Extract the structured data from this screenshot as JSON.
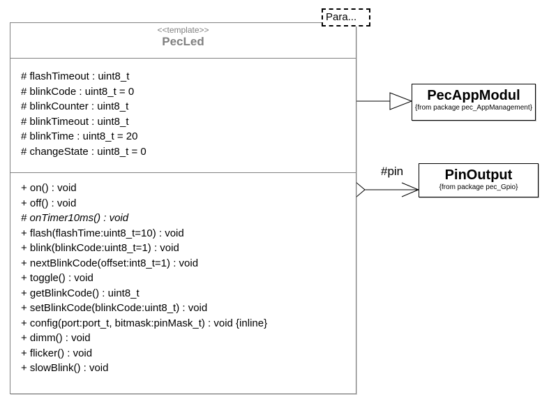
{
  "diagram": {
    "template_param_box": {
      "label": "Para..."
    },
    "pecled": {
      "stereotype": "<<template>>",
      "name": "PecLed",
      "attributes": [
        "# flashTimeout : uint8_t",
        "# blinkCode : uint8_t = 0",
        "# blinkCounter : uint8_t",
        "# blinkTimeout : uint8_t",
        "# blinkTime : uint8_t = 20",
        "# changeState : uint8_t = 0"
      ],
      "methods": [
        "+ on() : void",
        "+ off() : void",
        "# onTimer10ms() : void",
        "+ flash(flashTime:uint8_t=10) : void",
        "+ blink(blinkCode:uint8_t=1) : void",
        "+ nextBlinkCode(offset:int8_t=1) : void",
        "+ toggle() : void",
        "+ getBlinkCode() : uint8_t",
        "+ setBlinkCode(blinkCode:uint8_t) : void",
        "+ config(port:port_t, bitmask:pinMask_t) : void {inline}",
        "+ dimm() : void",
        "+ flicker() : void",
        "+ slowBlink() : void"
      ]
    },
    "pecappmodul": {
      "name": "PecAppModul",
      "package_note": "{from package pec_AppManagement}"
    },
    "pinoutput": {
      "name": "PinOutput",
      "package_note": "{from package pec_Gpio}"
    },
    "relations": {
      "generalization": "PecLed -> PecAppModul",
      "aggregation_label": "#pin"
    },
    "colors": {
      "muted_gray": "#808080",
      "text_black": "#000000",
      "background": "#ffffff"
    }
  }
}
